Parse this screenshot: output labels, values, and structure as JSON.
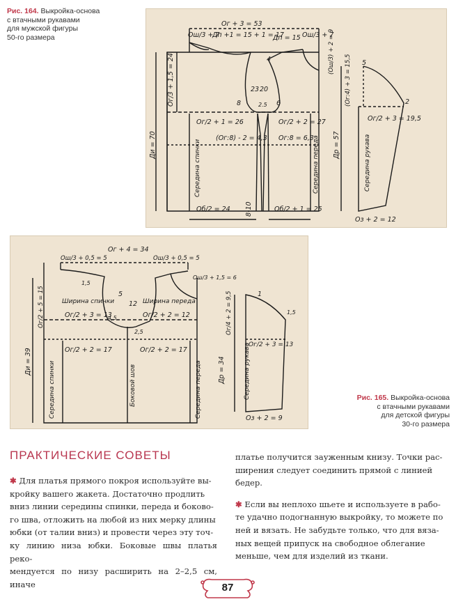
{
  "fig164": {
    "label": "Рис. 164.",
    "caption_l1": "Выкройка-основа",
    "caption_l2": "с втачными рукавами",
    "caption_l3": "для мужской фигуры",
    "caption_l4": "50-го размера",
    "labels": {
      "og3": "Ог + 3 = 53",
      "osh3_left": "Ош/3 + 7",
      "dp15": "Дп +1 = 15 + 1 = 17",
      "dp": "Дп = 15",
      "osh3_right": "Ош/3 + 7",
      "left_vert": "Ог/3 + 1,5 = 24",
      "di": "Ди = 70",
      "og2_26": "Ог/2 + 1 = 26",
      "og2_27": "Ог/2 + 2 = 27",
      "og8_43": "(Ог:8) - 2 = 4,3",
      "og8_63": "Ог:8 = 6,3",
      "ob2_24": "Об/2 = 24",
      "b810": "8-10",
      "ob2_25": "Об/2 + 1 = 25",
      "mid_spin": "Середина спинки",
      "mid_pered": "Середина переда",
      "n23": "23",
      "n20": "20",
      "n4": "4",
      "n8": "8",
      "n25": "2.5",
      "n6": "6",
      "osh3_2_9": "(Ош/3) + 2 = 9",
      "sl_og4": "(Ог:4) + 3 = 15,5",
      "sl_og2": "Ог/2 + 3 = 19,5",
      "sl_n5": "5",
      "sl_n2": "2",
      "dr57": "Др = 57",
      "mid_rukav": "Середина рукава",
      "oz212": "Оз + 2 = 12"
    }
  },
  "fig165": {
    "label": "Рис. 165.",
    "caption_l1": "Выкройка-основа",
    "caption_l2": "с втачными рукавами",
    "caption_l3": "для детской фигуры",
    "caption_l4": "30-го размера",
    "labels": {
      "og4": "Ог + 4 = 34",
      "osh_left": "Ош/3 + 0,5 = 5",
      "osh_right": "Ош/3 + 0,5 = 5",
      "osh_right2": "Ош/3 + 1,5 = 6",
      "n15": "1,5",
      "shir_spin": "Ширина спинки",
      "shir_pered": "Ширина переда",
      "og2_13": "Ог/2 + 3 = 13",
      "og2_12": "Ог/2 + 2 = 12",
      "left_vert": "Ог/2 + 5 = 15",
      "di39": "Ди = 39",
      "og2_17a": "Ог/2 + 2 = 17",
      "og2_17b": "Ог/2 + 2 = 17",
      "mid_spin": "Середина спинки",
      "bok_shov": "Боковой шов",
      "mid_pered": "Середина переда",
      "n5": "5",
      "n12": "12",
      "n45": "4,5",
      "n25": "2,5",
      "sl_og": "Ог/4 + 2 = 9,5",
      "sl_og2": "Ог/2 + 3 = 13",
      "sl_n1": "1",
      "sl_n15": "1,5",
      "dr34": "Др = 34",
      "mid_rukav": "Середина рукава",
      "oz29": "Оз + 2 = 9"
    }
  },
  "tips": {
    "heading": "ПРАКТИЧЕСКИЕ СОВЕТЫ",
    "col1": [
      "Для платья прямого покроя используйте вы-",
      "кройку вашего жакета. Достаточно продлить",
      "вниз линии середины спинки, переда и боково-",
      "го шва, отложить на любой из них мерку длины",
      "юбки (от талии вниз) и провести через эту точ-",
      "ку линию низа юбки. Боковые швы платья реко-",
      "мендуется по низу расширить на 2–2,5 см, иначе"
    ],
    "col2a": [
      "платье получится зауженным книзу. Точки рас-",
      "ширения следует соединить прямой с линией",
      "бедер."
    ],
    "col2b": [
      "Если вы неплохо шьете и используете в рабо-",
      "те удачно подогнанную выкройку, то можете по",
      "ней и вязать. Не забудьте только, что для вяза-",
      "ных вещей припуск на свободное облегание",
      "меньше, чем для изделий из ткани."
    ]
  },
  "page_number": "87",
  "colors": {
    "accent": "#c0384a",
    "panel": "#efe4d2"
  }
}
